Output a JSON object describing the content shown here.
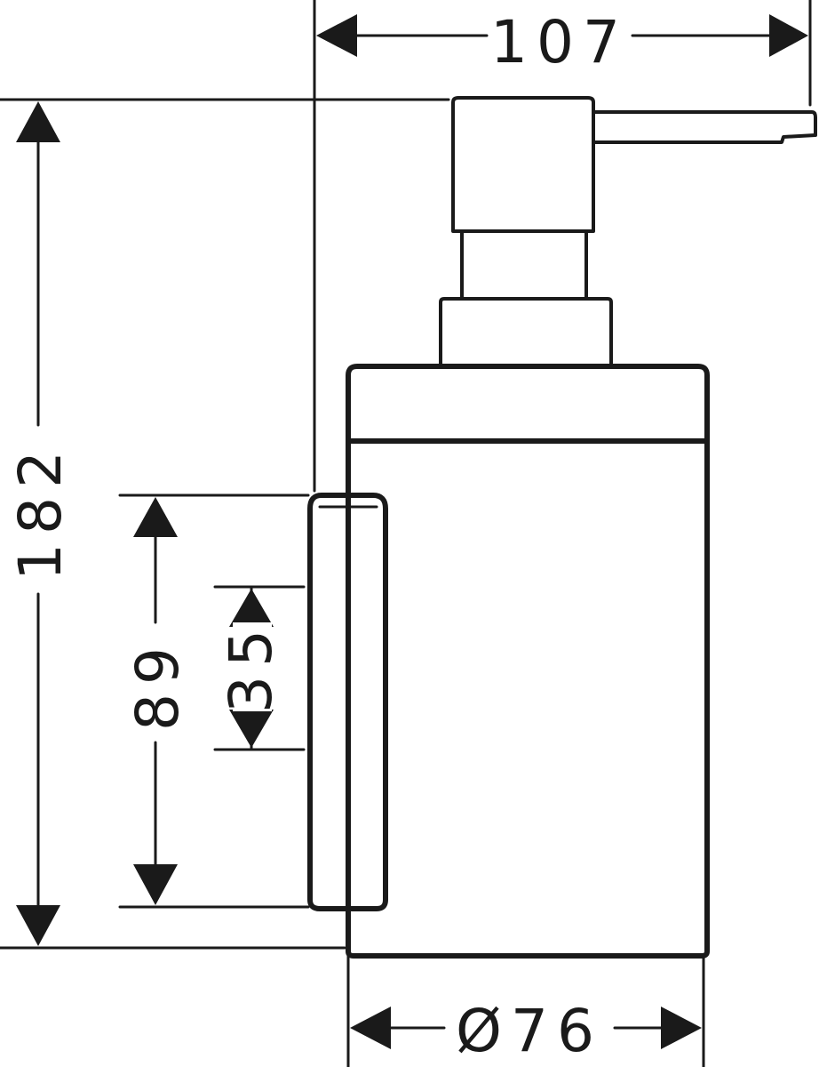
{
  "drawing": {
    "dimensions": {
      "width_overall": "107",
      "height_overall": "182",
      "bracket_height": "89",
      "mount_spacing": "35",
      "diameter": "Ø76"
    },
    "colors": {
      "line": "#1a1a1a",
      "background": "#ffffff"
    }
  }
}
